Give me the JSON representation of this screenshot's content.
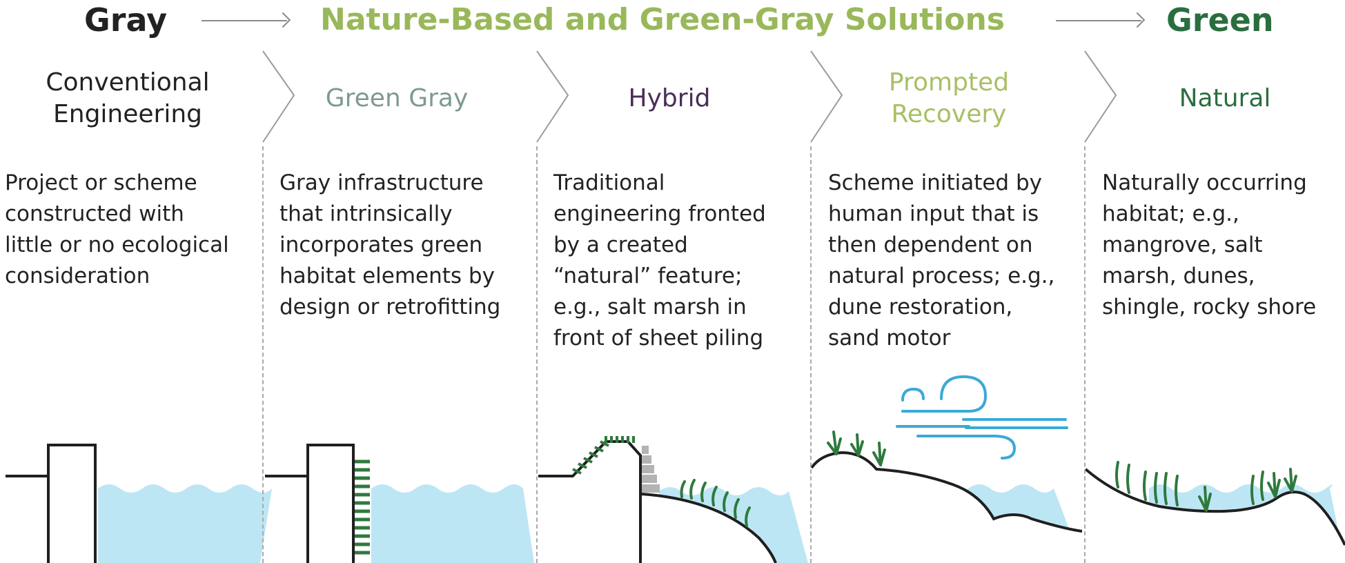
{
  "header": {
    "left": "Gray",
    "center": "Nature-Based and Green-Gray Solutions",
    "right": "Green"
  },
  "colors": {
    "gray_title": "#222222",
    "green_gray": "#99b85a",
    "green": "#2a6e3f",
    "green_gray_col": "#7e9a8e",
    "hybrid": "#4a2d57",
    "prompted": "#a8c064",
    "water": "#bde6f5",
    "wind": "#3aa9d6",
    "plant": "#2e7a3d"
  },
  "columns": [
    {
      "title": "Conventional Engineering",
      "lines": [
        "Project or scheme",
        "constructed with",
        "little or no ecological",
        "consideration"
      ]
    },
    {
      "title": "Green Gray",
      "lines": [
        "Gray infrastructure",
        "that intrinsically",
        "incorporates green",
        "habitat elements by",
        "design or retrofitting"
      ]
    },
    {
      "title": "Hybrid",
      "lines": [
        "Traditional",
        "engineering fronted",
        "by a created",
        "“natural” feature;",
        "e.g., salt marsh in",
        "front of sheet piling"
      ]
    },
    {
      "title": "Prompted Recovery",
      "lines": [
        "Scheme initiated by",
        "human input that is",
        "then dependent on",
        "natural process; e.g.,",
        "dune restoration,",
        "sand motor"
      ]
    },
    {
      "title": "Natural",
      "lines": [
        "Naturally occurring",
        "habitat; e.g.,",
        "mangrove, salt",
        "marsh, dunes,",
        "shingle, rocky shore"
      ]
    }
  ]
}
